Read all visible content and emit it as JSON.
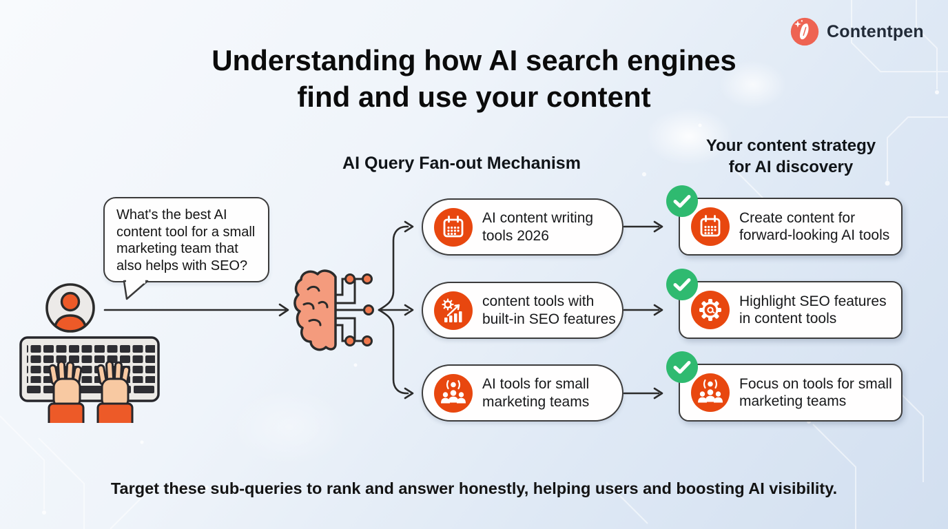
{
  "brand": {
    "name": "Contentpen",
    "icon": "pen-sparkle-icon"
  },
  "title": {
    "line1": "Understanding how AI search engines",
    "line2": "find and use your content"
  },
  "user": {
    "query": "What's the best AI content tool for a small marketing team that also helps with SEO?",
    "avatar_icon": "person-avatar-icon",
    "typing_icon": "keyboard-typing-hands-icon"
  },
  "fanout": {
    "heading": "AI Query Fan-out Mechanism",
    "brain_icon": "ai-brain-circuit-icon",
    "queries": [
      {
        "icon": "calendar-icon",
        "text": "AI content writing tools 2026"
      },
      {
        "icon": "seo-analytics-icon",
        "text": "content tools with built-in SEO features"
      },
      {
        "icon": "marketing-team-icon",
        "text": "AI tools for small marketing teams"
      }
    ]
  },
  "strategy": {
    "heading_line1": "Your content strategy",
    "heading_line2": "for AI discovery",
    "items": [
      {
        "icon": "calendar-icon",
        "status": "checked",
        "text": "Create content for forward-looking AI tools"
      },
      {
        "icon": "seo-gear-icon",
        "status": "checked",
        "text": "Highlight SEO features in content tools"
      },
      {
        "icon": "marketing-team-icon",
        "status": "checked",
        "text": "Focus on tools for small marketing teams"
      }
    ]
  },
  "footer": {
    "text": "Target these sub-queries to rank and answer honestly, helping users and boosting AI visibility."
  },
  "colors": {
    "accent_orange": "#E8470F",
    "logo_coral": "#EE6352",
    "success_green": "#2FBA70",
    "outline_dark": "#2B2B2B",
    "background_blue": "#D2DFF0"
  }
}
